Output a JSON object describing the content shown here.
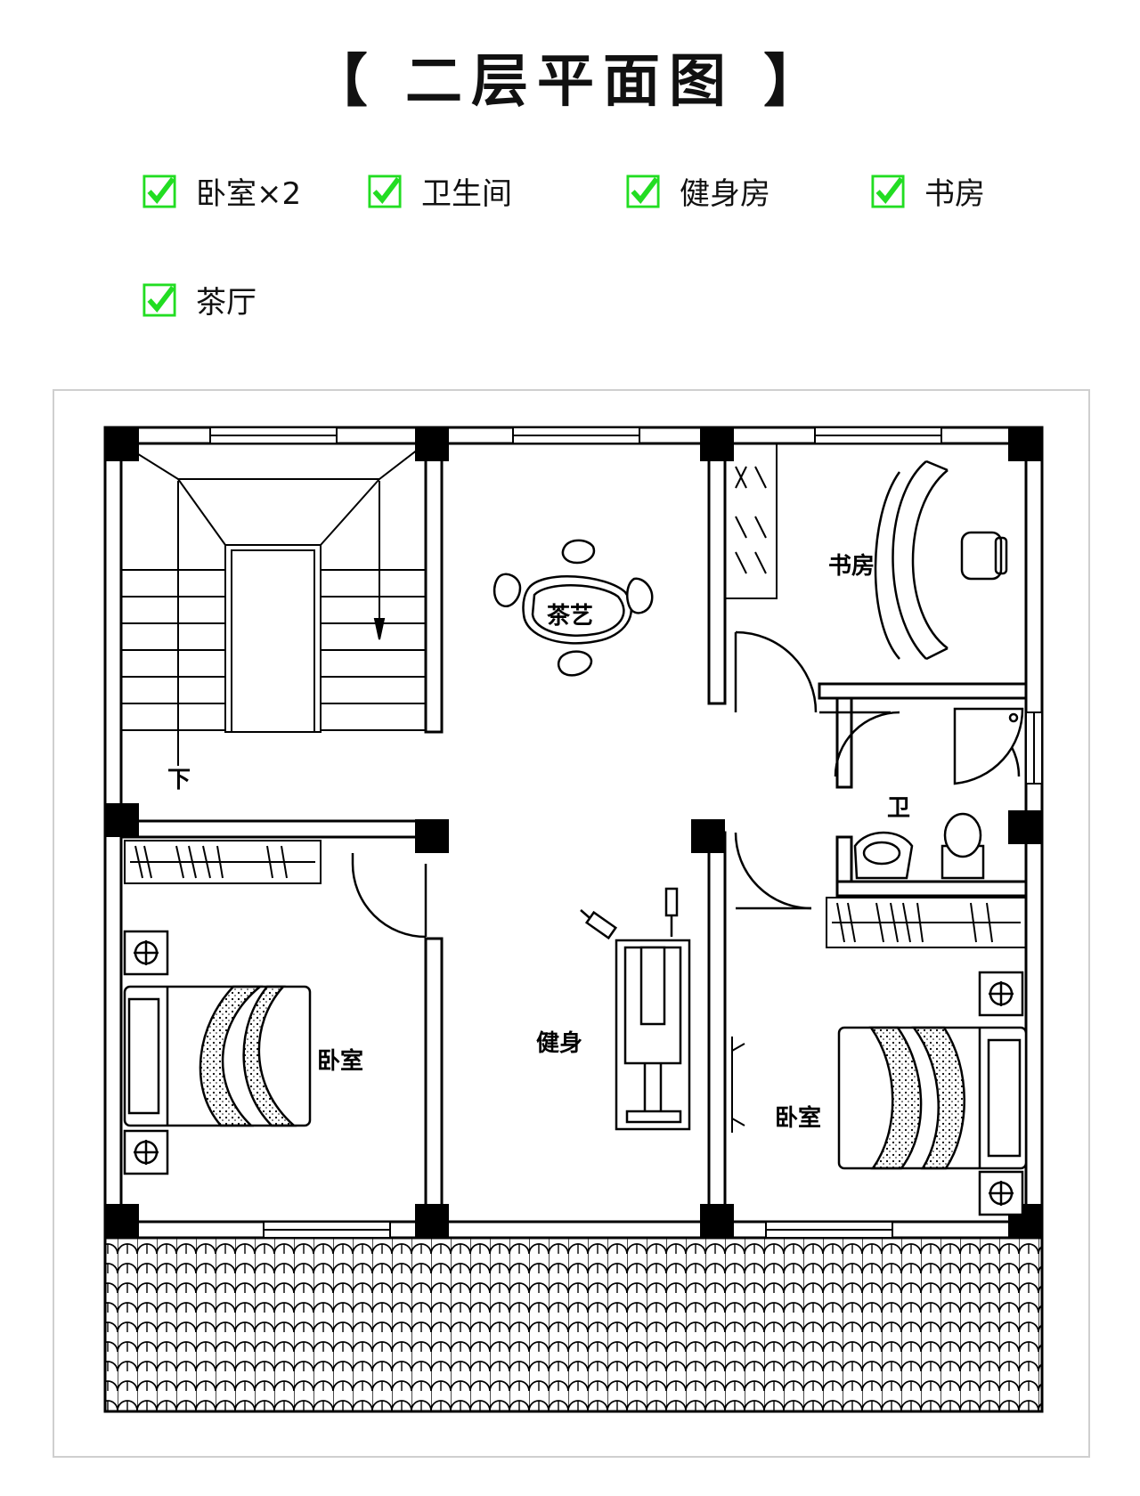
{
  "title": "【 二层平面图 】",
  "features": [
    {
      "label": "卧室×2",
      "icon": "checkbox-checked-icon"
    },
    {
      "label": "卫生间",
      "icon": "checkbox-checked-icon"
    },
    {
      "label": "健身房",
      "icon": "checkbox-checked-icon"
    },
    {
      "label": "书房",
      "icon": "checkbox-checked-icon"
    },
    {
      "label": "茶厅",
      "icon": "checkbox-checked-icon"
    }
  ],
  "rooms": {
    "tea": "茶艺",
    "study": "书房",
    "toilet": "卫",
    "bedroom_left": "卧室",
    "gym": "健身",
    "bedroom_right": "卧室",
    "stairs_down": "下"
  },
  "colors": {
    "check": "#22dd22",
    "line": "#000000"
  }
}
